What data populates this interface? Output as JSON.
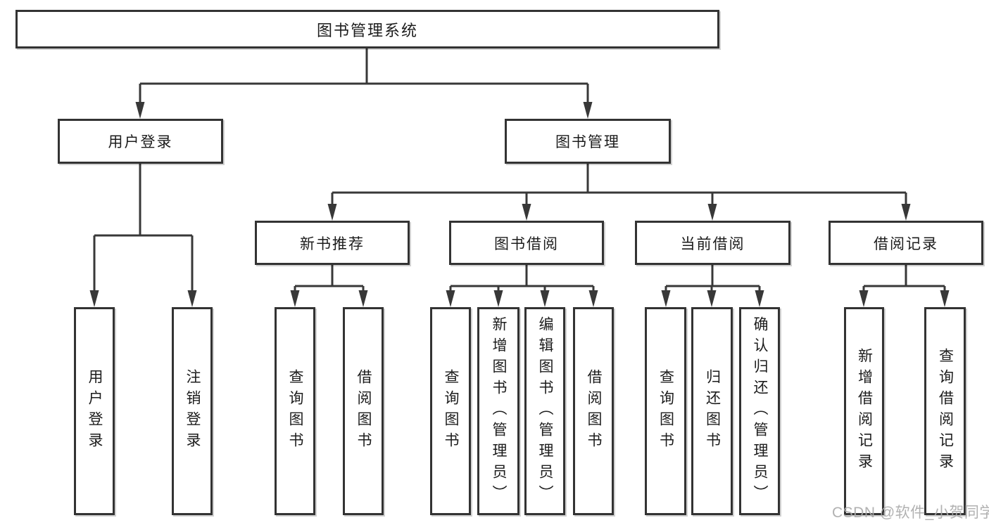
{
  "tree": {
    "root": "图书管理系统",
    "branches": [
      {
        "label": "用户登录",
        "children": [
          "用户登录",
          "注销登录"
        ]
      },
      {
        "label": "图书管理",
        "children": [
          {
            "label": "新书推荐",
            "children": [
              "查询图书",
              "借阅图书"
            ]
          },
          {
            "label": "图书借阅",
            "children": [
              "查询图书",
              "新增图书（管理员）",
              "编辑图书（管理员）",
              "借阅图书"
            ]
          },
          {
            "label": "当前借阅",
            "children": [
              "查询图书",
              "归还图书",
              "确认归还（管理员）"
            ]
          },
          {
            "label": "借阅记录",
            "children": [
              "新增借阅记录",
              "查询借阅记录"
            ]
          }
        ]
      }
    ]
  },
  "style": {
    "line_color": "#383838",
    "border_color": "#333333",
    "background": "#ffffff"
  },
  "watermark": {
    "text": "CSDN @软件_小贺同学"
  }
}
